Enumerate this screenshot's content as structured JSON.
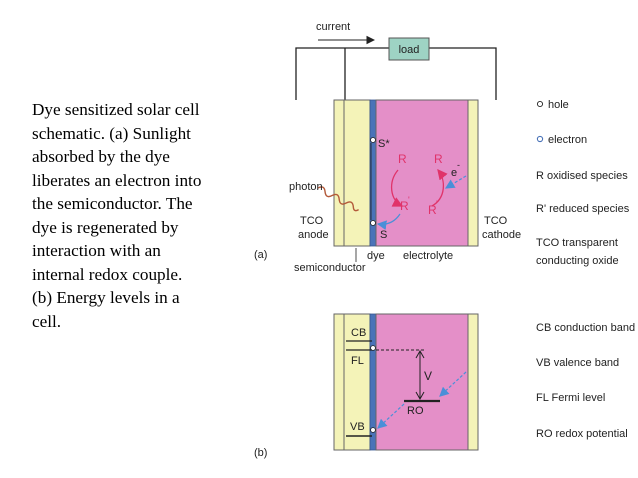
{
  "caption": {
    "line1": "Dye sensitized solar cell",
    "line2": "schematic. (a) Sunlight",
    "line3": "absorbed by the dye",
    "line4": "liberates an electron into",
    "line5": "the semiconductor. The",
    "line6": "dye is regenerated by",
    "line7": "interaction with an",
    "line8": "internal redox couple.",
    "line9": "(b) Energy levels in a",
    "line10": "cell."
  },
  "diagram_a": {
    "current": "current",
    "load": "load",
    "s_star": "S*",
    "s": "S",
    "r_left": "R",
    "r_right": "R",
    "e_minus": "e",
    "r_prime_left": "R",
    "r_prime_right": "R",
    "photon": "photon",
    "tco_anode_1": "TCO",
    "tco_anode_2": "anode",
    "tco_cathode_1": "TCO",
    "tco_cathode_2": "cathode",
    "semiconductor": "semiconductor",
    "dye": "dye",
    "electrolyte": "electrolyte",
    "panel_label": "(a)"
  },
  "diagram_b": {
    "cb": "CB",
    "fl": "FL",
    "vb": "VB",
    "v": "V",
    "ro": "RO",
    "panel_label": "(b)"
  },
  "legend": {
    "hole": "hole",
    "electron": "electron",
    "r_oxidised": "R oxidised species",
    "r_reduced": "R' reduced species",
    "tco_1": "TCO transparent",
    "tco_2": "conducting oxide",
    "cb_desc": "CB conduction band",
    "vb_desc": "VB valence band",
    "fl_desc": "FL Fermi level",
    "ro_desc": "RO redox potential"
  },
  "colors": {
    "electrolyte": "#e48fc8",
    "semiconductor": "#f4f3b8",
    "dye": "#4a73b8",
    "photon": "#b35a3a",
    "redox_arrow": "#e0336a",
    "electron_path": "#4a8fd8"
  }
}
